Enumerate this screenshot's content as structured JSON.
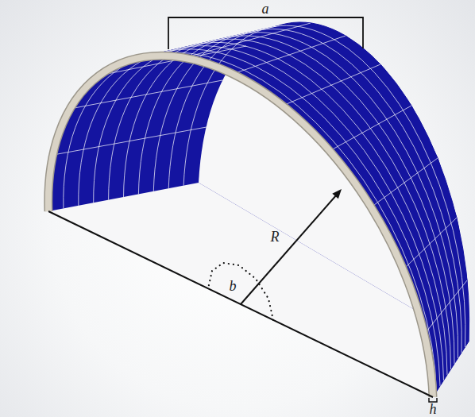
{
  "diagram": {
    "labels": [
      "a",
      "R",
      "b",
      "h"
    ]
  }
}
